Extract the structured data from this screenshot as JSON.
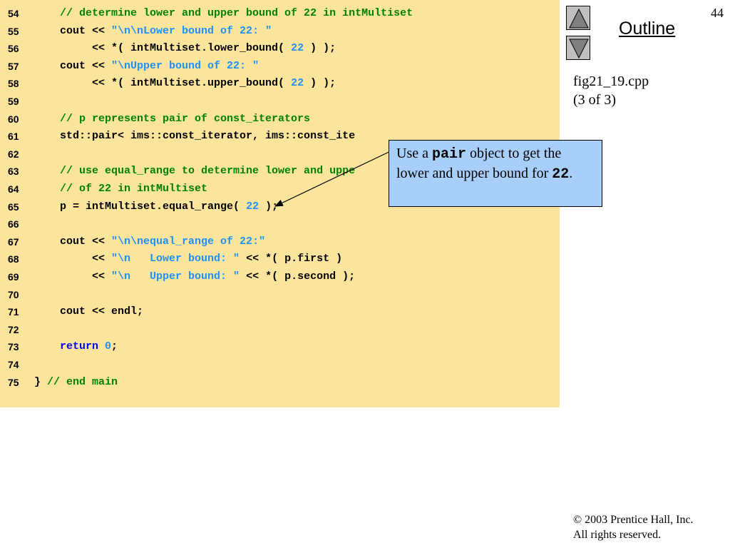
{
  "slide": {
    "page_number": "44",
    "outline_link": "Outline",
    "file_name": "fig21_19.cpp",
    "part": "(3 of 3)",
    "copyright_symbol": "©",
    "copyright_text": " 2003 Prentice Hall, Inc.",
    "rights": "All rights reserved."
  },
  "nav": {
    "up_icon": "triangle-up-icon",
    "down_icon": "triangle-down-icon",
    "button_color": "#c0c0c0",
    "icon_color": "#808080"
  },
  "colors": {
    "code_background": "#fbe59c",
    "callout_background": "#a8cff9",
    "comment": "#008000",
    "string": "#1e90ff",
    "keyword": "#0000ff"
  },
  "callout": {
    "prefix": "Use a ",
    "code_word": "pair",
    "middle": " object to get the lower and upper bound for ",
    "number": "22",
    "suffix": "."
  },
  "code_lines": [
    {
      "num": "54",
      "tokens": [
        {
          "t": "comment",
          "v": "    // determine lower and upper bound of 22 in intMultiset"
        }
      ]
    },
    {
      "num": "55",
      "tokens": [
        {
          "t": "code",
          "v": "    cout << "
        },
        {
          "t": "string",
          "v": "\"\\n\\nLower bound of 22: \""
        }
      ]
    },
    {
      "num": "56",
      "tokens": [
        {
          "t": "code",
          "v": "         << *( intMultiset.lower_bound( "
        },
        {
          "t": "number",
          "v": "22"
        },
        {
          "t": "code",
          "v": " ) );"
        }
      ]
    },
    {
      "num": "57",
      "tokens": [
        {
          "t": "code",
          "v": "    cout << "
        },
        {
          "t": "string",
          "v": "\"\\nUpper bound of 22: \""
        }
      ]
    },
    {
      "num": "58",
      "tokens": [
        {
          "t": "code",
          "v": "         << *( intMultiset.upper_bound( "
        },
        {
          "t": "number",
          "v": "22"
        },
        {
          "t": "code",
          "v": " ) );"
        }
      ]
    },
    {
      "num": "59",
      "tokens": []
    },
    {
      "num": "60",
      "tokens": [
        {
          "t": "comment",
          "v": "    // p represents pair of const_iterators"
        }
      ]
    },
    {
      "num": "61",
      "tokens": [
        {
          "t": "code",
          "v": "    std::pair< ims::const_iterator, ims::const_ite"
        }
      ]
    },
    {
      "num": "62",
      "tokens": []
    },
    {
      "num": "63",
      "tokens": [
        {
          "t": "comment",
          "v": "    // use equal_range to determine lower and uppe"
        }
      ]
    },
    {
      "num": "64",
      "tokens": [
        {
          "t": "comment",
          "v": "    // of 22 in intMultiset"
        }
      ]
    },
    {
      "num": "65",
      "tokens": [
        {
          "t": "code",
          "v": "    p = intMultiset.equal_range( "
        },
        {
          "t": "number",
          "v": "22"
        },
        {
          "t": "code",
          "v": " );"
        }
      ]
    },
    {
      "num": "66",
      "tokens": []
    },
    {
      "num": "67",
      "tokens": [
        {
          "t": "code",
          "v": "    cout << "
        },
        {
          "t": "string",
          "v": "\"\\n\\nequal_range of 22:\""
        }
      ]
    },
    {
      "num": "68",
      "tokens": [
        {
          "t": "code",
          "v": "         << "
        },
        {
          "t": "string",
          "v": "\"\\n   Lower bound: \""
        },
        {
          "t": "code",
          "v": " << *( p.first )"
        }
      ]
    },
    {
      "num": "69",
      "tokens": [
        {
          "t": "code",
          "v": "         << "
        },
        {
          "t": "string",
          "v": "\"\\n   Upper bound: \""
        },
        {
          "t": "code",
          "v": " << *( p.second );"
        }
      ]
    },
    {
      "num": "70",
      "tokens": []
    },
    {
      "num": "71",
      "tokens": [
        {
          "t": "code",
          "v": "    cout << endl;"
        }
      ]
    },
    {
      "num": "72",
      "tokens": []
    },
    {
      "num": "73",
      "tokens": [
        {
          "t": "keyword",
          "v": "    return "
        },
        {
          "t": "number",
          "v": "0"
        },
        {
          "t": "code",
          "v": ";"
        }
      ]
    },
    {
      "num": "74",
      "tokens": []
    },
    {
      "num": "75",
      "tokens": [
        {
          "t": "code",
          "v": "} "
        },
        {
          "t": "comment",
          "v": "// end main"
        }
      ]
    }
  ]
}
